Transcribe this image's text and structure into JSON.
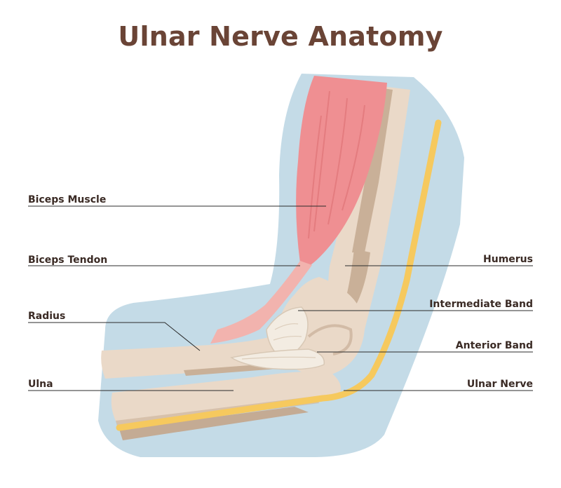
{
  "title": "Ulnar Nerve Anatomy",
  "labels": {
    "biceps_muscle": "Biceps Muscle",
    "biceps_tendon": "Biceps Tendon",
    "radius": "Radius",
    "ulna": "Ulna",
    "humerus": "Humerus",
    "intermediate_band": "Intermediate Band",
    "anterior_band": "Anterior Band",
    "ulnar_nerve": "Ulnar Nerve"
  },
  "colors": {
    "title": "#6a4436",
    "skin": "#c4dbe7",
    "muscle": "#ef8f92",
    "bone": "#ead9c8",
    "bone_shadow": "#c4ab94",
    "ligament": "#f3ece2",
    "nerve": "#f6c95e",
    "leader_line": "#2b2b2b"
  }
}
